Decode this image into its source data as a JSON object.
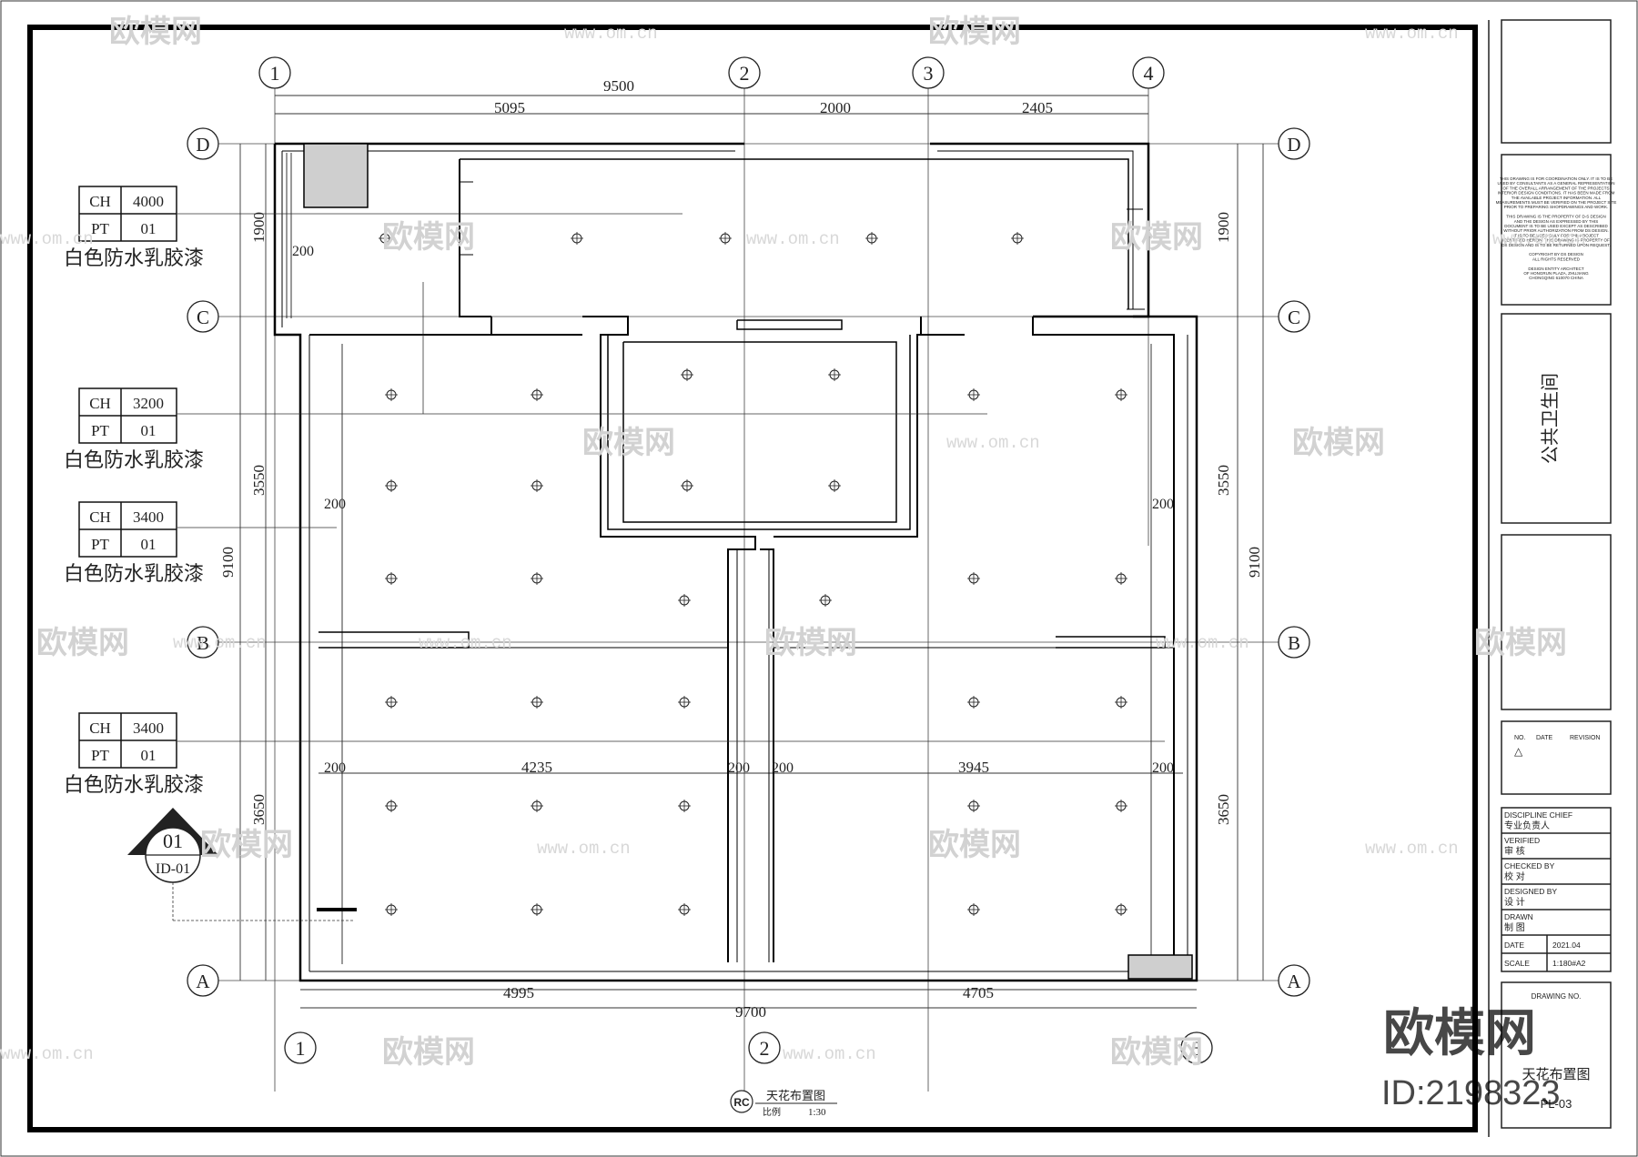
{
  "drawing": {
    "title": "天花布置图",
    "rc_tag": "RC",
    "scale_label": "比例",
    "scale_value": "1:30"
  },
  "grid": {
    "columns_top": [
      "1",
      "2",
      "3",
      "4"
    ],
    "columns_bottom": [
      "1",
      "2",
      "3"
    ],
    "rows": [
      "D",
      "C",
      "B",
      "A"
    ]
  },
  "dimensions": {
    "top_total": "9500",
    "top_parts": [
      "5095",
      "2000",
      "2405"
    ],
    "bottom_total": "9700",
    "bottom_parts": [
      "4995",
      "4705"
    ],
    "left_parts": [
      "1900",
      "3550",
      "3650"
    ],
    "left_total": "9100",
    "right_parts": [
      "1900",
      "3550",
      "3650"
    ],
    "right_total": "9100",
    "inner": [
      "4235",
      "3945"
    ],
    "wall_200": "200"
  },
  "tags": [
    {
      "ch_label": "CH",
      "ch_value": "4000",
      "pt_label": "PT",
      "pt_value": "01",
      "material": "白色防水乳胶漆"
    },
    {
      "ch_label": "CH",
      "ch_value": "3200",
      "pt_label": "PT",
      "pt_value": "01",
      "material": "白色防水乳胶漆"
    },
    {
      "ch_label": "CH",
      "ch_value": "3400",
      "pt_label": "PT",
      "pt_value": "01",
      "material": "白色防水乳胶漆"
    },
    {
      "ch_label": "CH",
      "ch_value": "3400",
      "pt_label": "PT",
      "pt_value": "01",
      "material": "白色防水乳胶漆"
    }
  ],
  "section_marker": {
    "number": "01",
    "sheet": "ID-01"
  },
  "title_block": {
    "project_name": "公共卫生间",
    "notes": [
      "THIS DRAWING IS FOR COORDINATION ONLY. IT IS TO BE",
      "USED BY CONSULTANTS AS A GENERAL REPRESENTATION",
      "OF THE OVERALL ARRANGEMENT OF THE PROJECTS",
      "INTERIOR DESIGN CONDITIONS. IT HAS BEEN MADE FROM",
      "THE AVAILABLE PROJECT INFORMATION. ALL",
      "MEASUREMENTS MUST BE VERIFIED ON THE PROJECT SITE",
      "PRIOR TO PREPARING SHOPDRAWINGS AND WORK.",
      "",
      "THIS DRAWING IS THE PROPERTY OF D-S DESIGN",
      "AND THE DESIGN AS EXPRESSED BY THIS",
      "DOCUMENT IS TO BE USED EXCEPT AS DESCRIBED",
      "WITHOUT PRIOR AUTHORIZATION FROM DS DESIGN.",
      "IT IS TO BE USED ONLY FOR THE PROJECT",
      "IDENTIFIED HEREIN. THIS DRAWING IS PROPERTY OF",
      "DS DESIGN AND IS TO BE RETURNED UPON REQUEST.",
      "",
      "COPYRIGHT BY DS DESIGN",
      "ALL RIGHTS RESERVED",
      "",
      "DESIGN ENTITY ARCHITECT",
      "OF HONGRUN PLAZA, ZHUJIANG",
      "CHONGQING 610070 CHINA"
    ],
    "revision_headers": [
      "NO.",
      "DATE",
      "REVISION"
    ],
    "revision_mark": "△",
    "rows": [
      {
        "en": "DISCIPLINE CHIEF",
        "cn": "专业负责人",
        "value": ""
      },
      {
        "en": "VERIFIED",
        "cn": "审  核",
        "value": ""
      },
      {
        "en": "CHECKED BY",
        "cn": "校  对",
        "value": ""
      },
      {
        "en": "DESIGNED BY",
        "cn": "设  计",
        "value": ""
      },
      {
        "en": "DRAWN",
        "cn": "制  图",
        "value": ""
      },
      {
        "en": "DATE",
        "cn": "",
        "value": "2021.04"
      },
      {
        "en": "SCALE",
        "cn": "",
        "value": "1:180#A2"
      }
    ],
    "drawing_number_label": "DRAWING NO.",
    "sheet_title": "天花布置图",
    "sheet_no": "PL-03"
  },
  "watermark": {
    "brand": "欧模网",
    "url": "www.om.cn",
    "large_brand": "欧模网",
    "large_id": "ID:2198323"
  }
}
